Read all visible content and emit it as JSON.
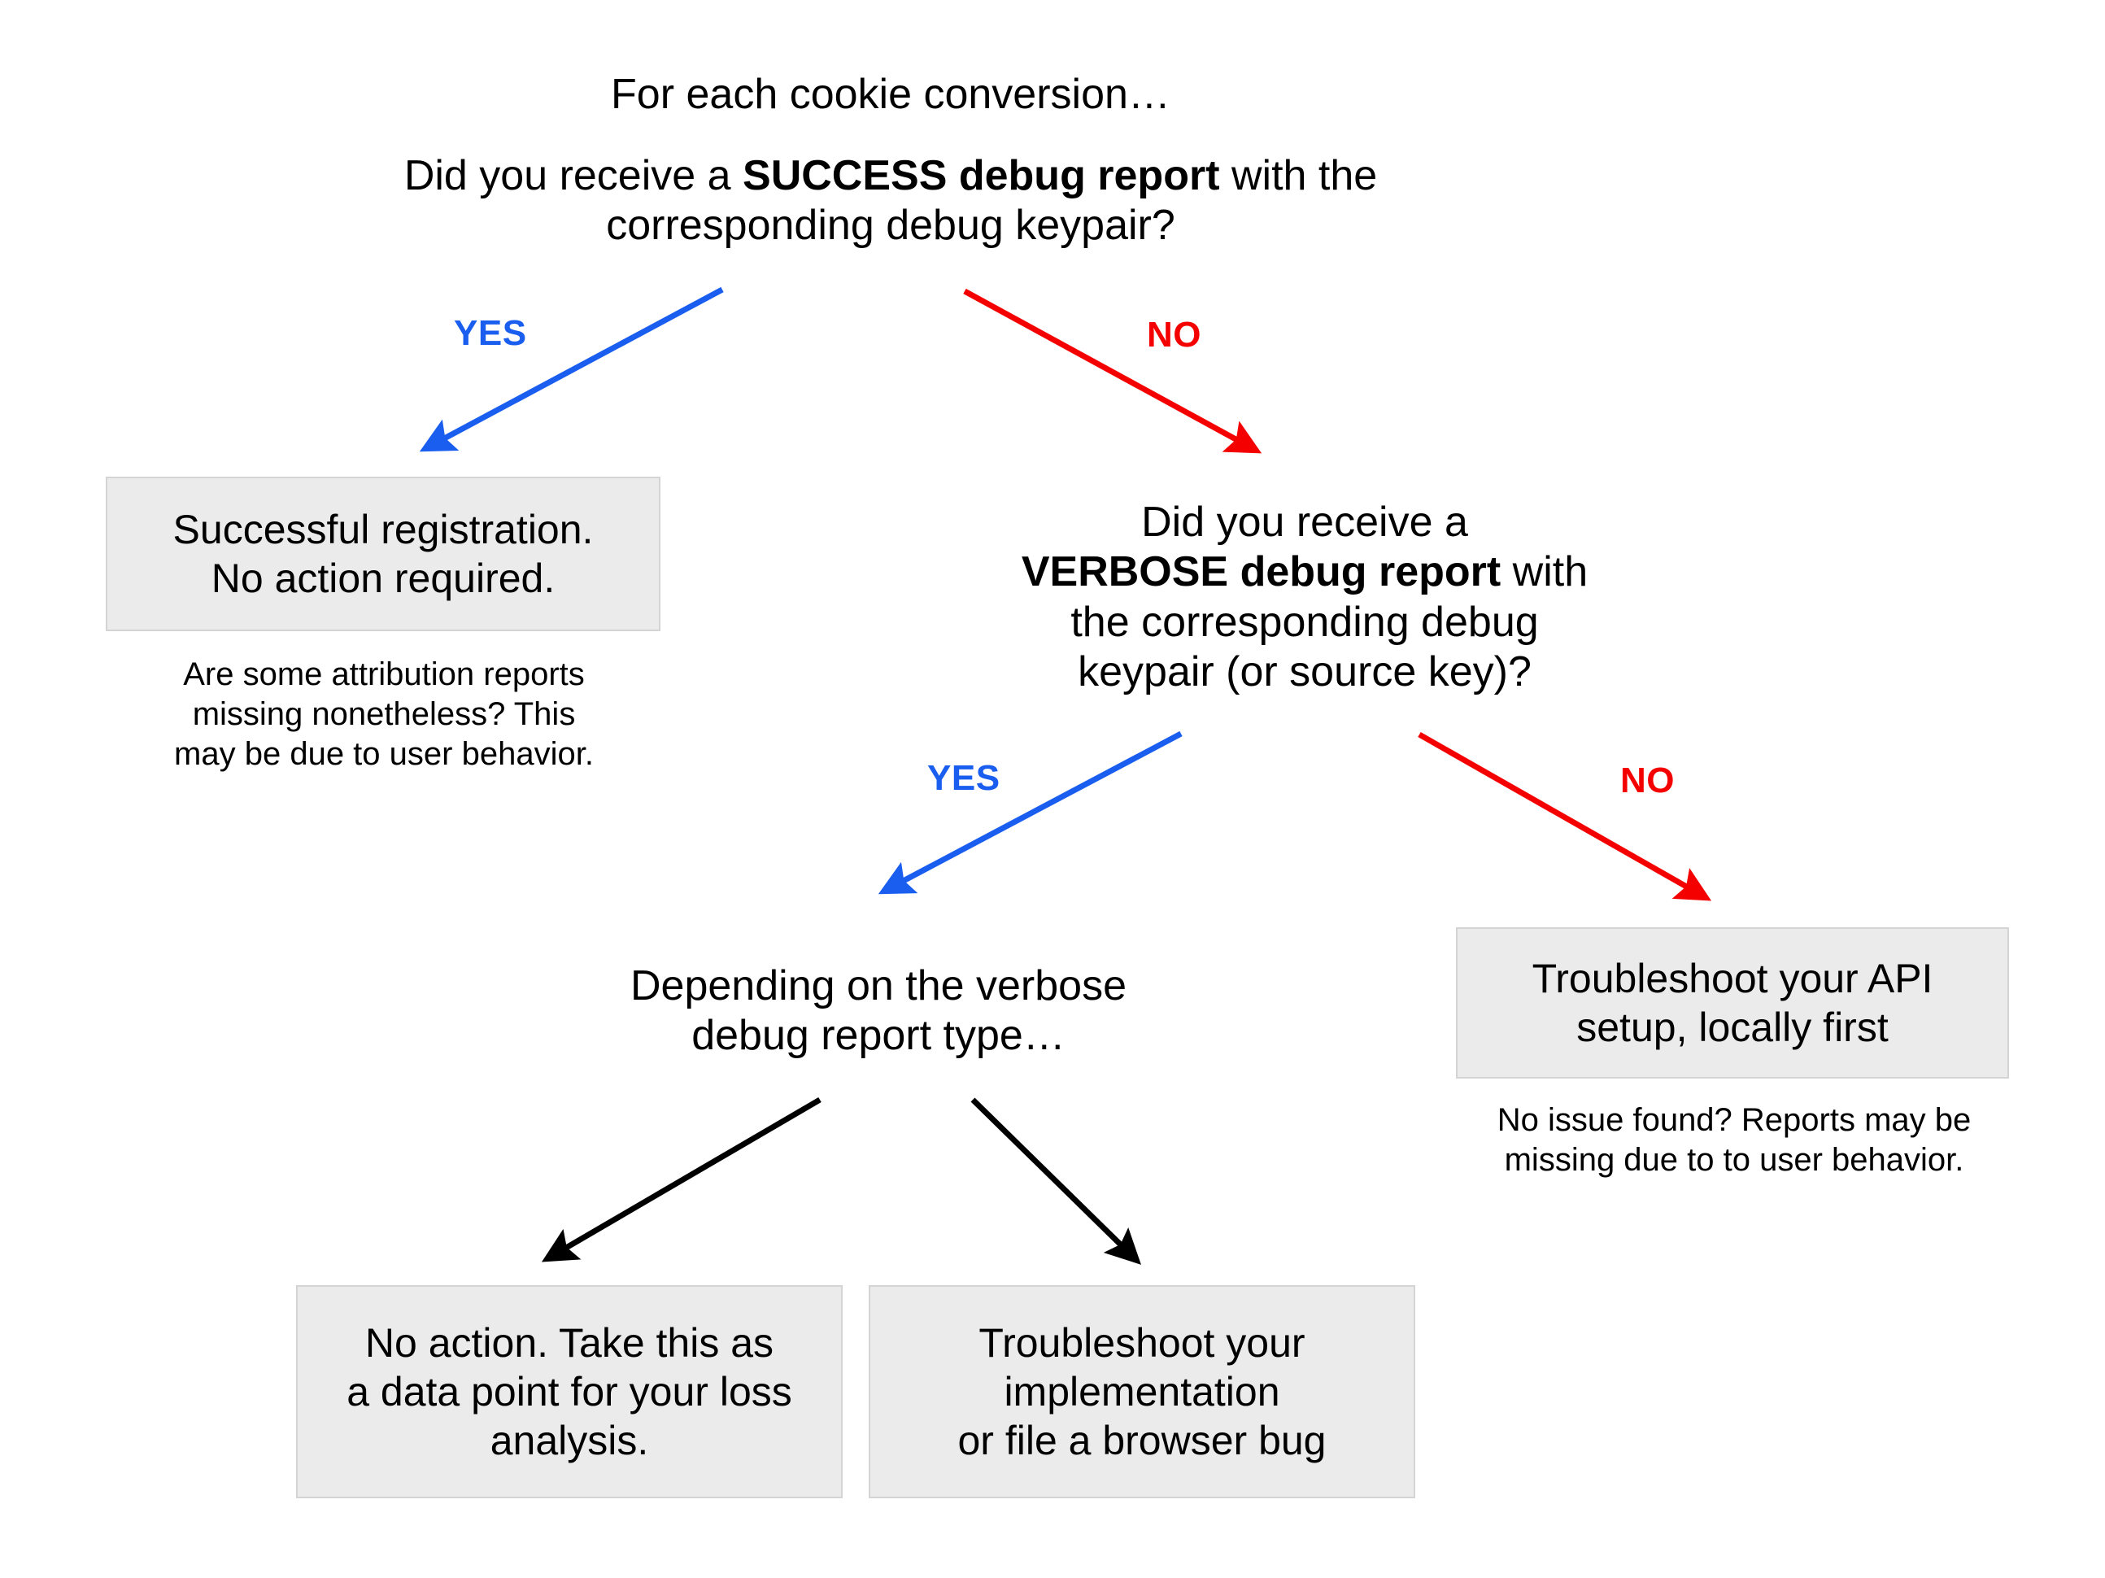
{
  "diagram": {
    "title_line": "For each cookie conversion…",
    "root_question": {
      "prefix": "Did you receive a ",
      "bold": "SUCCESS debug report",
      "suffix": " with the corresponding debug keypair?"
    },
    "second_question": {
      "line1": "Did you receive a",
      "bold": "VERBOSE debug report",
      "suffix": " with",
      "line3": "the corresponding debug",
      "line4": "keypair (or source key)?"
    },
    "branch_labels": {
      "yes": "YES",
      "no": "NO"
    },
    "boxes": {
      "successful_registration": "Successful registration.\nNo action required.",
      "troubleshoot_api": "Troubleshoot your API\nsetup, locally first",
      "no_action_loss_analysis": "No action. Take this as\na data point for your loss\nanalysis.",
      "troubleshoot_implementation": "Troubleshoot your\nimplementation\nor file a browser bug"
    },
    "notes": {
      "attribution_missing": "Are some attribution reports\nmissing nonetheless? This\nmay be due to user behavior.",
      "no_issue_found": "No issue found? Reports may be\nmissing due to to user behavior.",
      "depending_on_type": "Depending on the verbose\ndebug report type…"
    },
    "colors": {
      "yes": "#1a5ef0",
      "no": "#f40000",
      "arrow_black": "#000000",
      "box_fill": "#ebebeb",
      "box_border": "#d4d4d4"
    }
  }
}
